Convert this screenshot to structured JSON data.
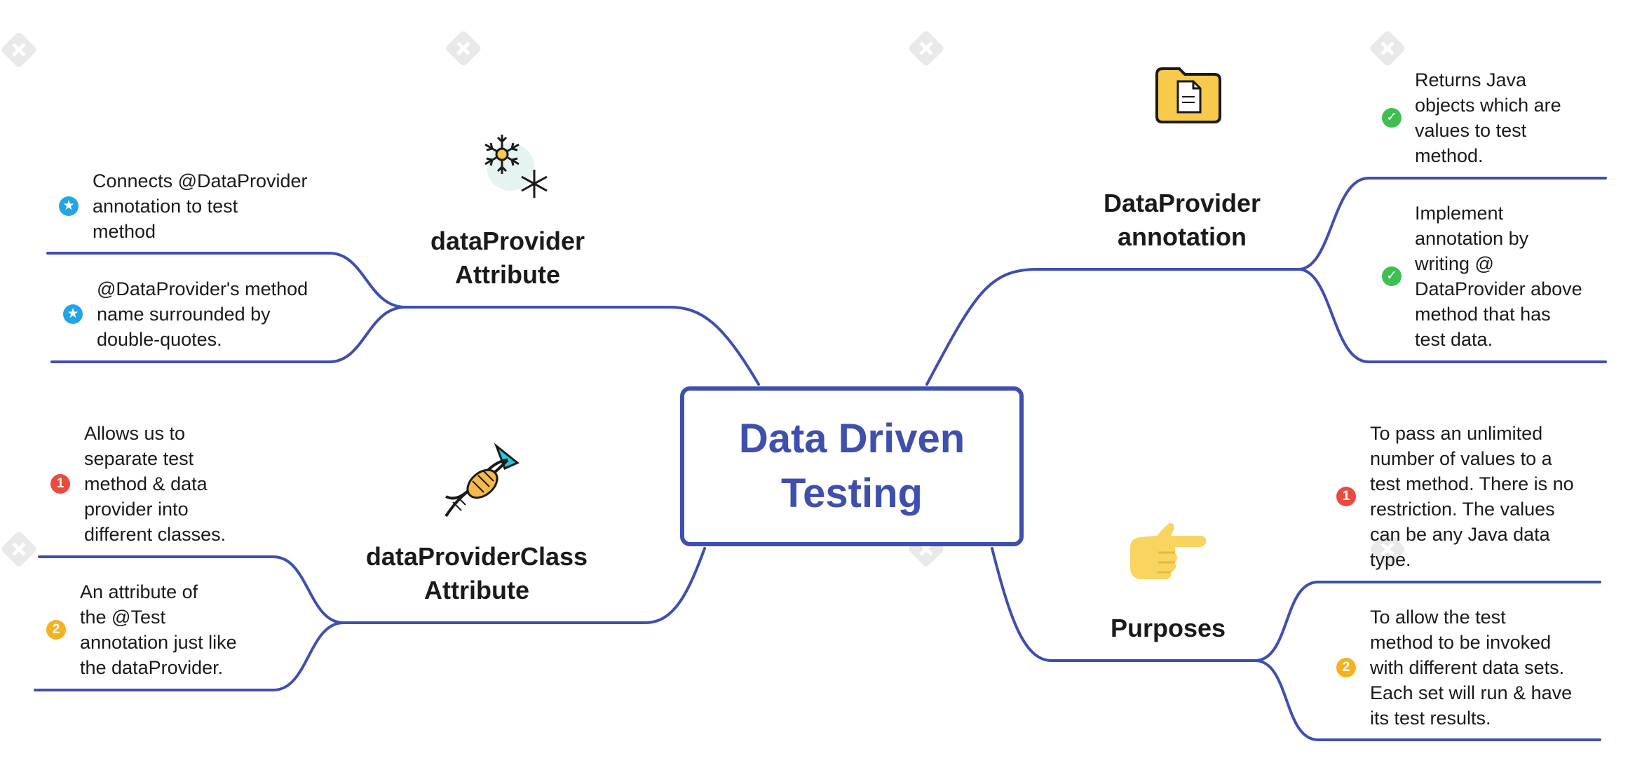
{
  "colors": {
    "link": "#3e4fae",
    "center_text": "#3e4fae",
    "check_marker": "#3fbf52",
    "star_marker": "#22a5e6",
    "priority_one_marker": "#ec4a3f",
    "priority_two_marker": "#f4b221"
  },
  "center": {
    "title": "Data Driven\nTesting"
  },
  "branches": {
    "annotation": {
      "title": "DataProvider\nannotation",
      "icon": "folder-document-icon",
      "leaves": [
        {
          "text": " Returns Java\nobjects which are\nvalues to test\nmethod.",
          "marker": "check-icon"
        },
        {
          "text": " Implement\nannotation by\nwriting @\nDataProvider above\nmethod that has\ntest data.",
          "marker": "check-icon"
        }
      ]
    },
    "attribute": {
      "title": "dataProvider\nAttribute",
      "icon": "snowflake-icon",
      "leaves": [
        {
          "text": " Connects @DataProvider\nannotation to  test\nmethod",
          "marker": "star-icon"
        },
        {
          "text": "@DataProvider's method\nname surrounded by\ndouble-quotes.",
          "marker": "star-icon"
        }
      ]
    },
    "class_attribute": {
      "title": "dataProviderClass\nAttribute",
      "icon": "dna-icon",
      "leaves": [
        {
          "text": "Allows us to\nseparate test\nmethod & data\nprovider into\ndifferent classes.",
          "marker": "priority-one-icon",
          "marker_label": "1"
        },
        {
          "text": "An attribute of\nthe @Test\nannotation just like\nthe dataProvider.",
          "marker": "priority-two-icon",
          "marker_label": "2"
        }
      ]
    },
    "purposes": {
      "title": "Purposes",
      "icon": "pointing-hand-icon",
      "leaves": [
        {
          "text": " To pass an unlimited\nnumber of values to a\ntest method. There is no\nrestriction. The values\ncan be any Java data\ntype.",
          "marker": "priority-one-icon",
          "marker_label": "1"
        },
        {
          "text": " To allow the test\nmethod to be invoked\nwith different data sets.\nEach set will run & have\nits test results.",
          "marker": "priority-two-icon",
          "marker_label": "2"
        }
      ]
    }
  },
  "watermark_icon": "xmind-watermark-icon"
}
